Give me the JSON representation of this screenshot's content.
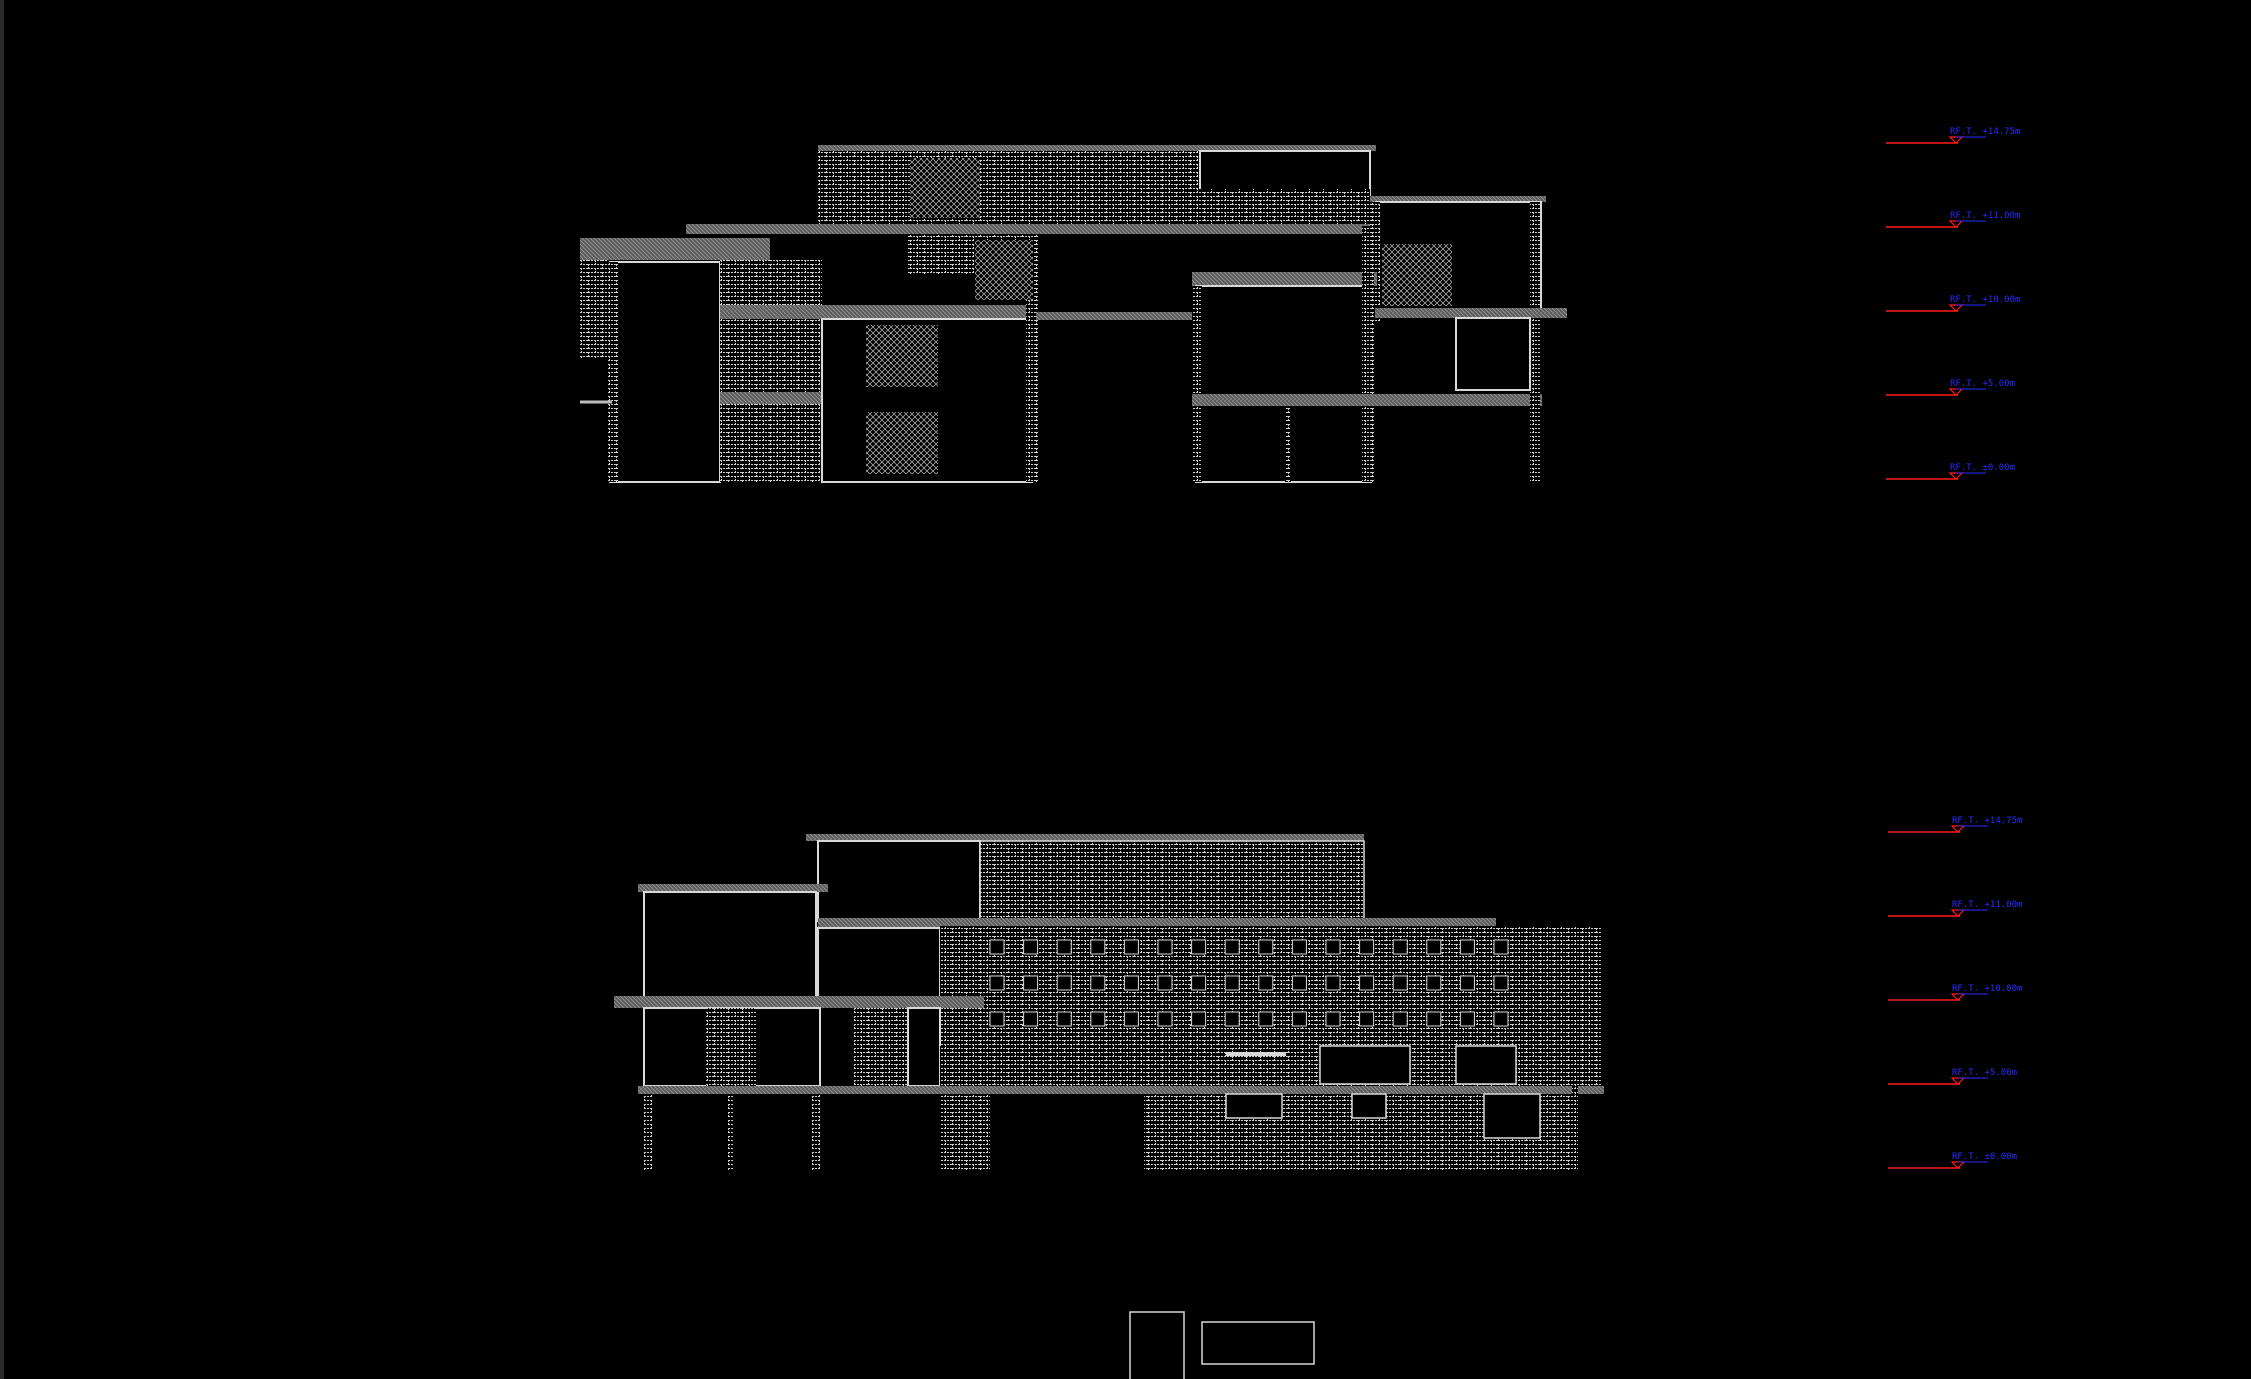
{
  "colors": {
    "background": "#000000",
    "drawing_line": "#d8d8d8",
    "slab_fill": "#6e6e6e",
    "level_line": "#ff1a1a",
    "level_text": "#2b2bff",
    "frame": "#2a2a2a"
  },
  "level_markers_top": [
    {
      "text": "RF.T. +14.75m"
    },
    {
      "text": "RF.T. +11.00m"
    },
    {
      "text": "RF.T. +10.00m"
    },
    {
      "text": "RF.T. +5.00m"
    },
    {
      "text": "RF.T. ±0.00m"
    }
  ],
  "level_markers_bottom": [
    {
      "text": "RF.T. +14.75m"
    },
    {
      "text": "RF.T. +11.00m"
    },
    {
      "text": "RF.T. +10.00m"
    },
    {
      "text": "RF.T. +5.00m"
    },
    {
      "text": "RF.T. ±0.00m"
    }
  ],
  "icons": {
    "elevation_top": "elevation-drawing",
    "elevation_bottom": "elevation-drawing",
    "level_marker": "level-triangle-icon",
    "title_block": "title-block-frame"
  }
}
